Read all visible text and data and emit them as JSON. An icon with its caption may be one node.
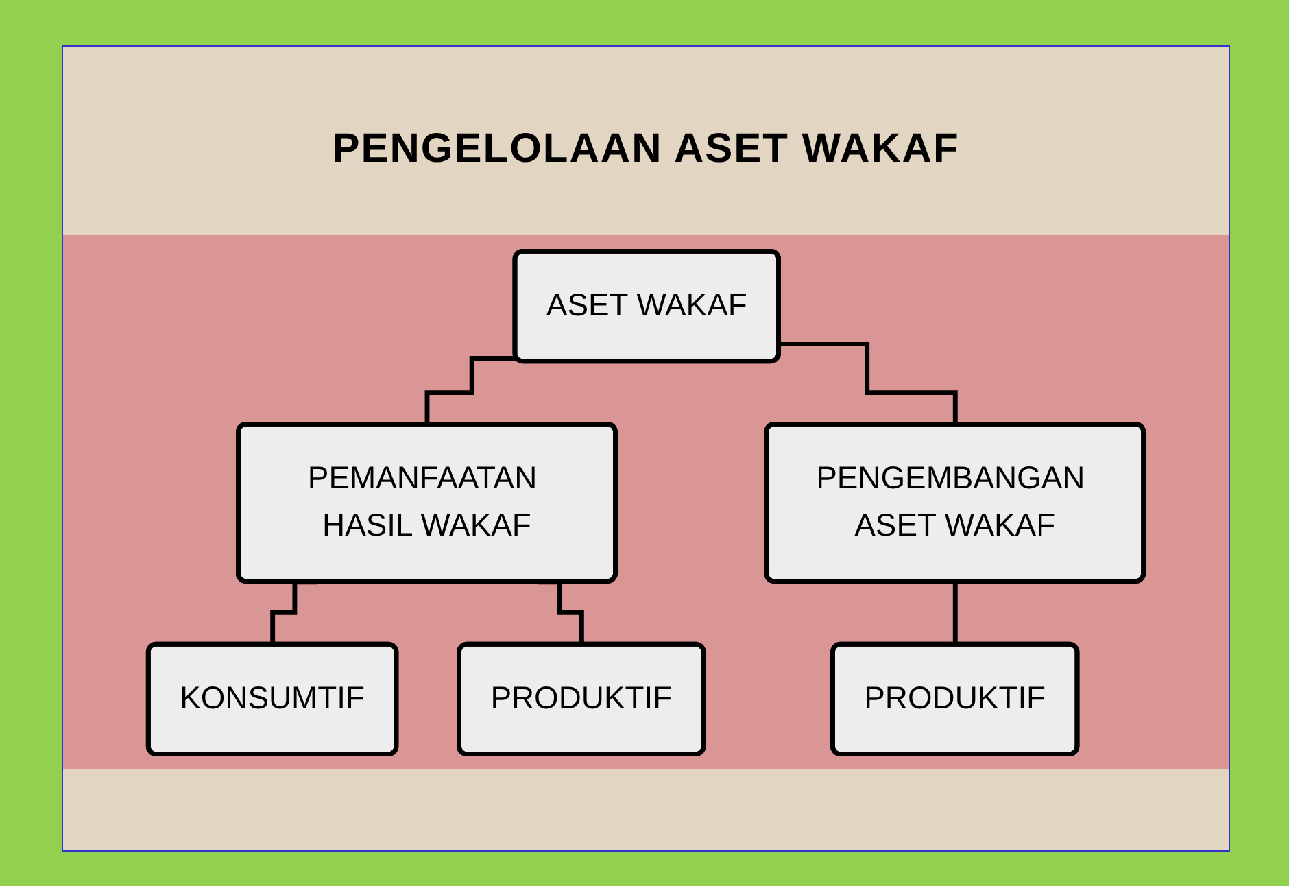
{
  "diagram": {
    "title": "PENGELOLAAN ASET WAKAF",
    "nodes": [
      {
        "text": [
          "ASET WAKAF"
        ]
      },
      {
        "text": [
          "PEMANFAATAN HASIL WAKAF"
        ]
      },
      {
        "text": [
          "PENGEMBANGAN ASET WAKAF"
        ]
      },
      {
        "text": [
          "KONSUMTIF"
        ]
      },
      {
        "text": [
          "PRODUKTIF"
        ]
      },
      {
        "text": [
          "PRODUKTIF"
        ]
      }
    ],
    "edges": [
      {
        "from": 0,
        "to": 1,
        "arrow": "none"
      },
      {
        "from": 0,
        "to": 2,
        "arrow": "none"
      },
      {
        "from": 1,
        "to": 3,
        "arrow": "none"
      },
      {
        "from": 1,
        "to": 4,
        "arrow": "none"
      },
      {
        "from": 2,
        "to": 5,
        "arrow": "none"
      }
    ]
  }
}
